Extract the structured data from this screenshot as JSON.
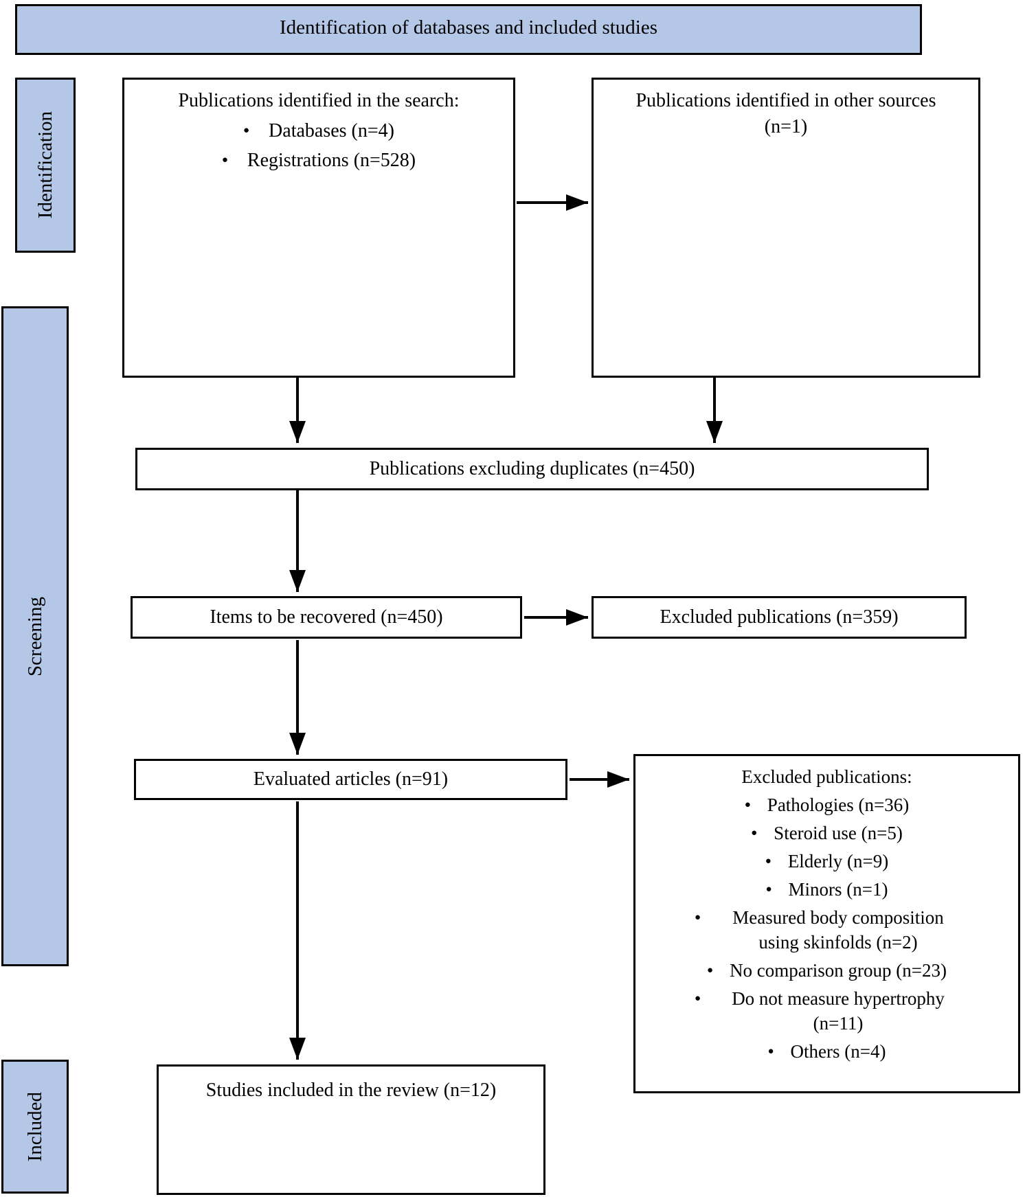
{
  "banner": {
    "title": "Identification of databases and included studies"
  },
  "sidebar": {
    "identification": "Identification",
    "screening": "Screening",
    "included": "Included"
  },
  "boxes": {
    "search": {
      "title": "Publications identified in the search:",
      "bullets": [
        "Databases (n=4)",
        "Registrations (n=528)"
      ]
    },
    "other_sources": {
      "line1": "Publications identified in other sources",
      "line2": "(n=1)"
    },
    "duplicates": {
      "label": "Publications excluding duplicates (n=450)"
    },
    "recovered": {
      "label": "Items to be recovered (n=450)"
    },
    "excluded_screening": {
      "label": "Excluded publications (n=359)"
    },
    "evaluated": {
      "label": "Evaluated articles (n=91)"
    },
    "excluded_eligibility": {
      "title": "Excluded publications:",
      "bullets": [
        "Pathologies (n=36)",
        "Steroid use (n=5)",
        "Elderly (n=9)",
        "Minors (n=1)",
        "Measured body composition using skinfolds (n=2)",
        "No comparison group (n=23)",
        "Do not measure hypertrophy (n=11)",
        "Others (n=4)"
      ]
    },
    "included": {
      "label": "Studies included in the review (n=12)"
    }
  },
  "colors": {
    "stage_fill": "#b4c7e7",
    "banner_fill": "#b4c7e7",
    "border": "#000000",
    "box_fill": "#ffffff"
  }
}
